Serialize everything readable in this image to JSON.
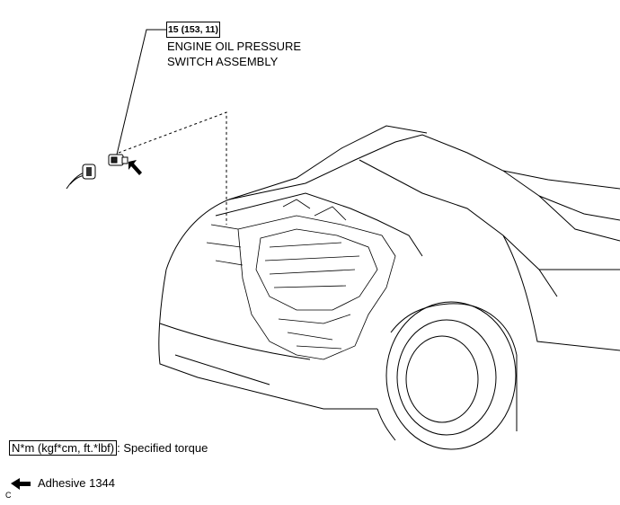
{
  "callout": {
    "torque": "15 (153, 11)",
    "part_line1": "ENGINE OIL PRESSURE",
    "part_line2": "SWITCH ASSEMBLY"
  },
  "legend": {
    "torque_unit": "N*m (kgf*cm, ft.*lbf)",
    "torque_desc": ": Specified torque",
    "adhesive": "Adhesive 1344"
  },
  "footer": {
    "code": "C"
  }
}
